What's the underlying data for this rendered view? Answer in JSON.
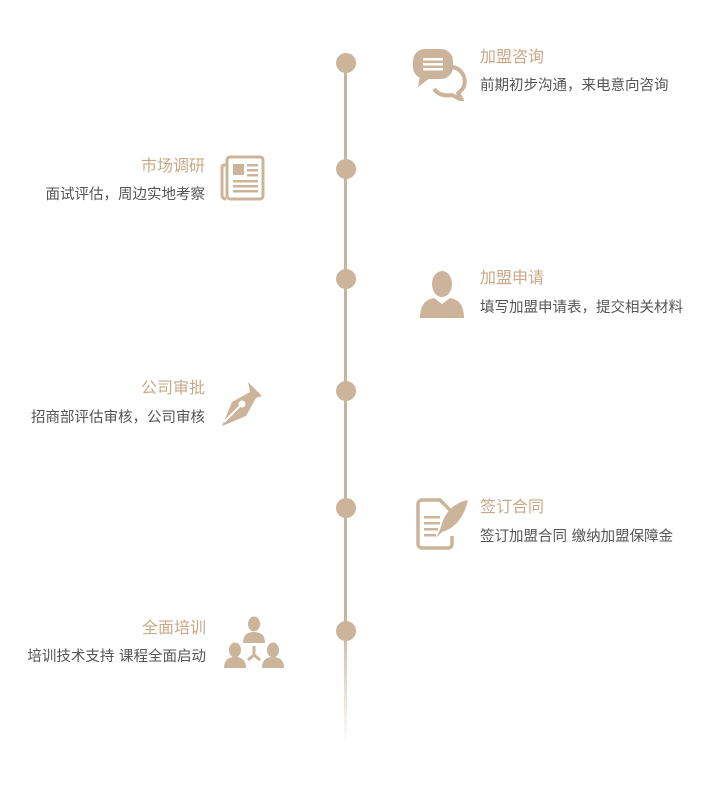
{
  "accent_color": "#cbb49a",
  "title_color": "#c9a886",
  "text_color": "#555555",
  "steps": [
    {
      "side": "right",
      "icon": "chat-bubbles-icon",
      "title": "加盟咨询",
      "desc": "前期初步沟通，来电意向咨询"
    },
    {
      "side": "left",
      "icon": "newspaper-icon",
      "title": "市场调研",
      "desc": "面试评估，周边实地考察"
    },
    {
      "side": "right",
      "icon": "user-icon",
      "title": "加盟申请",
      "desc": "填写加盟申请表，提交相关材料"
    },
    {
      "side": "left",
      "icon": "pen-nib-icon",
      "title": "公司审批",
      "desc": "招商部评估审核，公司审核"
    },
    {
      "side": "right",
      "icon": "contract-quill-icon",
      "title": "签订合同",
      "desc": "签订加盟合同 缴纳加盟保障金"
    },
    {
      "side": "left",
      "icon": "team-icon",
      "title": "全面培训",
      "desc": "培训技术支持 课程全面启动"
    }
  ]
}
